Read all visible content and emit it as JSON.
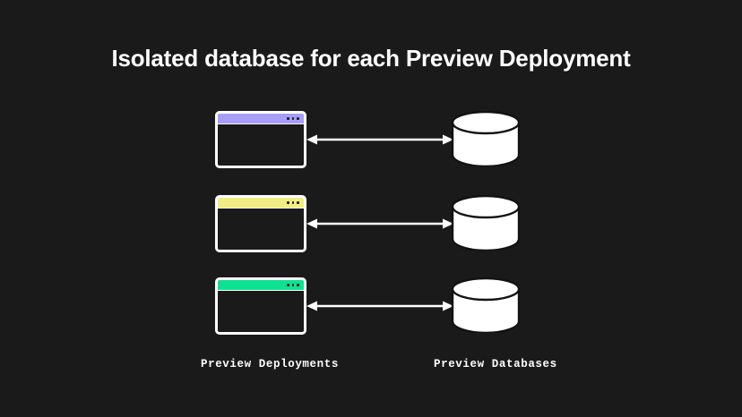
{
  "background_color": "#1a1a1a",
  "title": "Isolated database for each Preview Deployment",
  "diagram": {
    "rows": [
      {
        "id": "row-1",
        "window": {
          "name": "preview-deployment-window-1",
          "titlebar_color": "#a79ef5",
          "dots": 3
        },
        "arrow": {
          "name": "bidirectional-arrow-1",
          "direction": "both",
          "color": "#ffffff"
        },
        "database": {
          "name": "preview-database-1",
          "color": "#ffffff"
        }
      },
      {
        "id": "row-2",
        "window": {
          "name": "preview-deployment-window-2",
          "titlebar_color": "#f0ee85",
          "dots": 3
        },
        "arrow": {
          "name": "bidirectional-arrow-2",
          "direction": "both",
          "color": "#ffffff"
        },
        "database": {
          "name": "preview-database-2",
          "color": "#ffffff"
        }
      },
      {
        "id": "row-3",
        "window": {
          "name": "preview-deployment-window-3",
          "titlebar_color": "#0ee291",
          "dots": 3
        },
        "arrow": {
          "name": "bidirectional-arrow-3",
          "direction": "both",
          "color": "#ffffff"
        },
        "database": {
          "name": "preview-database-3",
          "color": "#ffffff"
        }
      }
    ]
  },
  "captions": {
    "left": "Preview Deployments",
    "right": "Preview Databases"
  }
}
